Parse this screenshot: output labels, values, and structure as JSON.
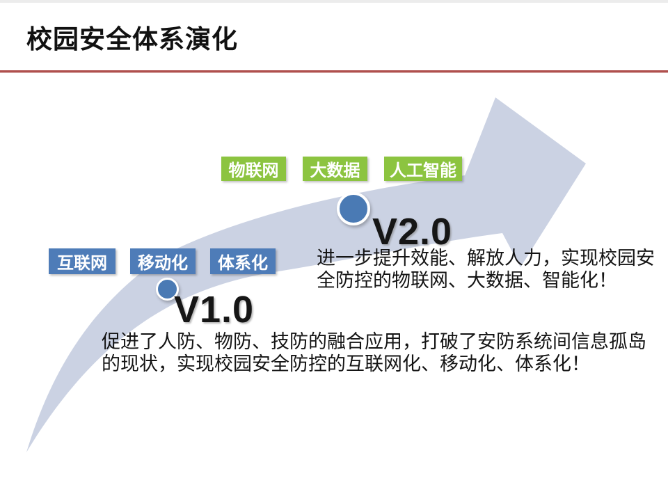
{
  "title": "校园安全体系演化",
  "colors": {
    "accent_red": "#b0504d",
    "arrow_fill": "#cbd2e3",
    "tag_green": "#8cc440",
    "tag_blue": "#4e7cb8",
    "dot_blue": "#4a7ab4"
  },
  "v1": {
    "label": "V1.0",
    "tags": [
      "互联网",
      "移动化",
      "体系化"
    ],
    "description": "促进了人防、物防、技防的融合应用，打破了安防系统间信息孤岛的现状，实现校园安全防控的互联网化、移动化、体系化！"
  },
  "v2": {
    "label": "V2.0",
    "tags": [
      "物联网",
      "大数据",
      "人工智能"
    ],
    "description": "进一步提升效能、解放人力，实现校园安全防控的物联网、大数据、智能化！"
  }
}
